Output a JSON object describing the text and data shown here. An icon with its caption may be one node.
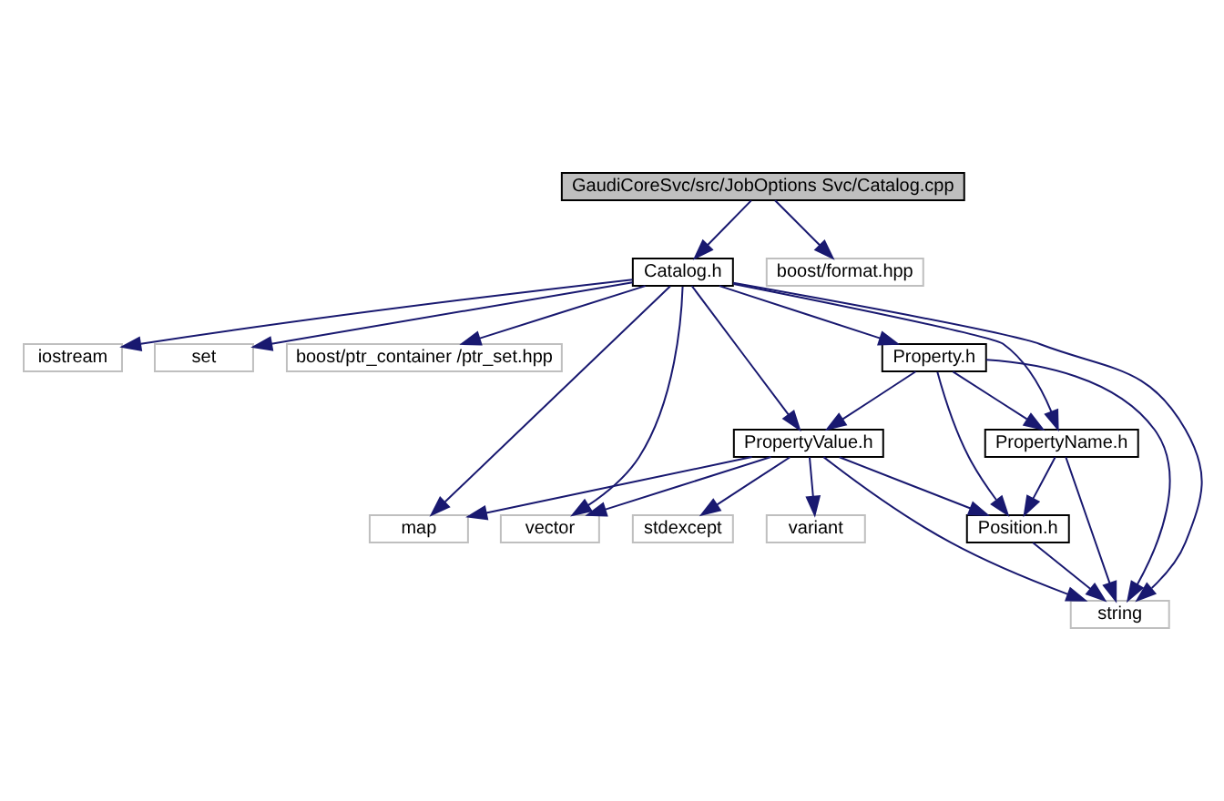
{
  "diagram": {
    "nodes": [
      {
        "text": [
          "GaudiCoreSvc/src/JobOptions Svc/Catalog.cpp"
        ]
      },
      {
        "text": [
          "Catalog.h"
        ]
      },
      {
        "text": [
          "boost/format.hpp"
        ]
      },
      {
        "text": [
          "iostream"
        ]
      },
      {
        "text": [
          "set"
        ]
      },
      {
        "text": [
          "boost/ptr_container /ptr_set.hpp"
        ]
      },
      {
        "text": [
          "Property.h"
        ]
      },
      {
        "text": [
          "PropertyValue.h"
        ]
      },
      {
        "text": [
          "PropertyName.h"
        ]
      },
      {
        "text": [
          "map"
        ]
      },
      {
        "text": [
          "vector"
        ]
      },
      {
        "text": [
          "stdexcept"
        ]
      },
      {
        "text": [
          "variant"
        ]
      },
      {
        "text": [
          "Position.h"
        ]
      },
      {
        "text": [
          "string"
        ]
      }
    ],
    "edges": [
      {
        "from": 0,
        "to": 1,
        "arrow": "to"
      },
      {
        "from": 0,
        "to": 2,
        "arrow": "to"
      },
      {
        "from": 1,
        "to": 3,
        "arrow": "to"
      },
      {
        "from": 1,
        "to": 4,
        "arrow": "to"
      },
      {
        "from": 1,
        "to": 5,
        "arrow": "to"
      },
      {
        "from": 1,
        "to": 6,
        "arrow": "to"
      },
      {
        "from": 1,
        "to": 9,
        "arrow": "to"
      },
      {
        "from": 1,
        "to": 10,
        "arrow": "to"
      },
      {
        "from": 1,
        "to": 7,
        "arrow": "to"
      },
      {
        "from": 1,
        "to": 8,
        "arrow": "to"
      },
      {
        "from": 1,
        "to": 14,
        "arrow": "to"
      },
      {
        "from": 6,
        "to": 7,
        "arrow": "to"
      },
      {
        "from": 6,
        "to": 8,
        "arrow": "to"
      },
      {
        "from": 6,
        "to": 13,
        "arrow": "to"
      },
      {
        "from": 6,
        "to": 14,
        "arrow": "to"
      },
      {
        "from": 7,
        "to": 9,
        "arrow": "to"
      },
      {
        "from": 7,
        "to": 10,
        "arrow": "to"
      },
      {
        "from": 7,
        "to": 11,
        "arrow": "to"
      },
      {
        "from": 7,
        "to": 12,
        "arrow": "to"
      },
      {
        "from": 7,
        "to": 13,
        "arrow": "to"
      },
      {
        "from": 7,
        "to": 14,
        "arrow": "to"
      },
      {
        "from": 8,
        "to": 13,
        "arrow": "to"
      },
      {
        "from": 8,
        "to": 14,
        "arrow": "to"
      },
      {
        "from": 13,
        "to": 14,
        "arrow": "to"
      }
    ]
  }
}
